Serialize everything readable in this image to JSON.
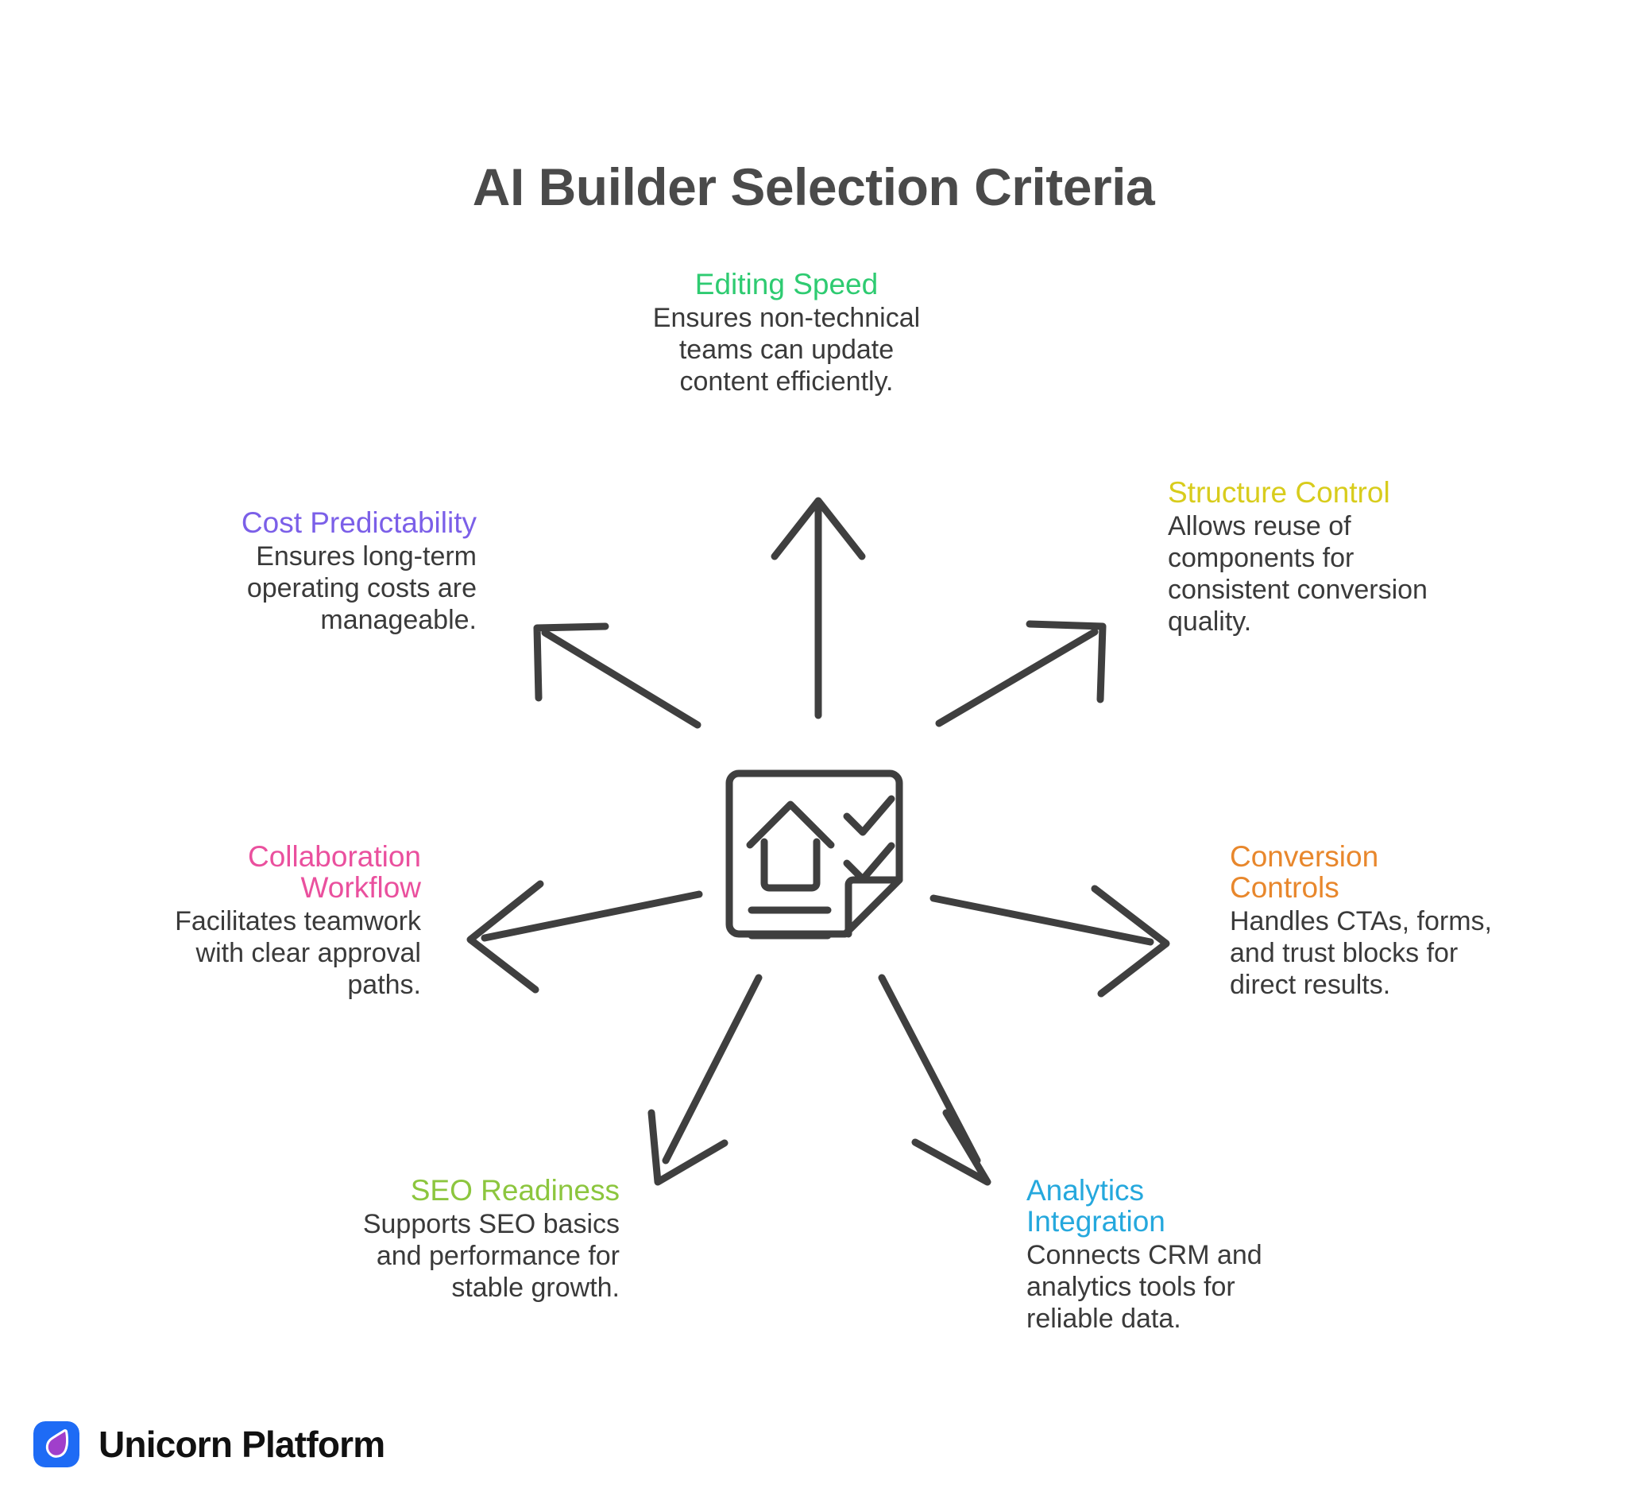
{
  "page": {
    "title": "AI Builder Selection Criteria",
    "background_color": "#ffffff",
    "title_color": "#4a4a4a",
    "body_text_color": "#3a3a3a",
    "arrow_color": "#3f3f3f"
  },
  "center": {
    "icon_name": "document-house-checklist-icon",
    "stroke_color": "#3f3f3f"
  },
  "nodes": [
    {
      "id": "editing-speed",
      "title": "Editing Speed",
      "description": "Ensures non-technical\nteams can update\ncontent efficiently.",
      "color": "#2ecb71",
      "align": "center",
      "direction": "up"
    },
    {
      "id": "structure-control",
      "title": "Structure Control",
      "description": "Allows reuse of\ncomponents for\nconsistent conversion\nquality.",
      "color": "#d8cc1c",
      "align": "left",
      "direction": "up-right"
    },
    {
      "id": "conversion-controls",
      "title": "Conversion\nControls",
      "description": "Handles CTAs, forms,\nand trust blocks for\ndirect results.",
      "color": "#e8872c",
      "align": "left",
      "direction": "right"
    },
    {
      "id": "analytics-integration",
      "title": "Analytics\nIntegration",
      "description": "Connects CRM and\nanalytics tools for\nreliable data.",
      "color": "#25a8dd",
      "align": "left",
      "direction": "down-right"
    },
    {
      "id": "seo-readiness",
      "title": "SEO Readiness",
      "description": "Supports SEO basics\nand performance for\nstable growth.",
      "color": "#8cc63e",
      "align": "right",
      "direction": "down-left"
    },
    {
      "id": "collaboration-workflow",
      "title": "Collaboration\nWorkflow",
      "description": "Facilitates teamwork\nwith clear approval\npaths.",
      "color": "#ea509e",
      "align": "right",
      "direction": "left"
    },
    {
      "id": "cost-predictability",
      "title": "Cost Predictability",
      "description": "Ensures long-term\noperating costs are\nmanageable.",
      "color": "#7b5fe8",
      "align": "right",
      "direction": "up-left"
    }
  ],
  "brand": {
    "name": "Unicorn Platform",
    "logo_icon_name": "unicorn-platform-logo-icon",
    "logo_background_color": "#1e6bf5",
    "logo_mark_color": "#a03fcb",
    "name_color": "#111111"
  }
}
